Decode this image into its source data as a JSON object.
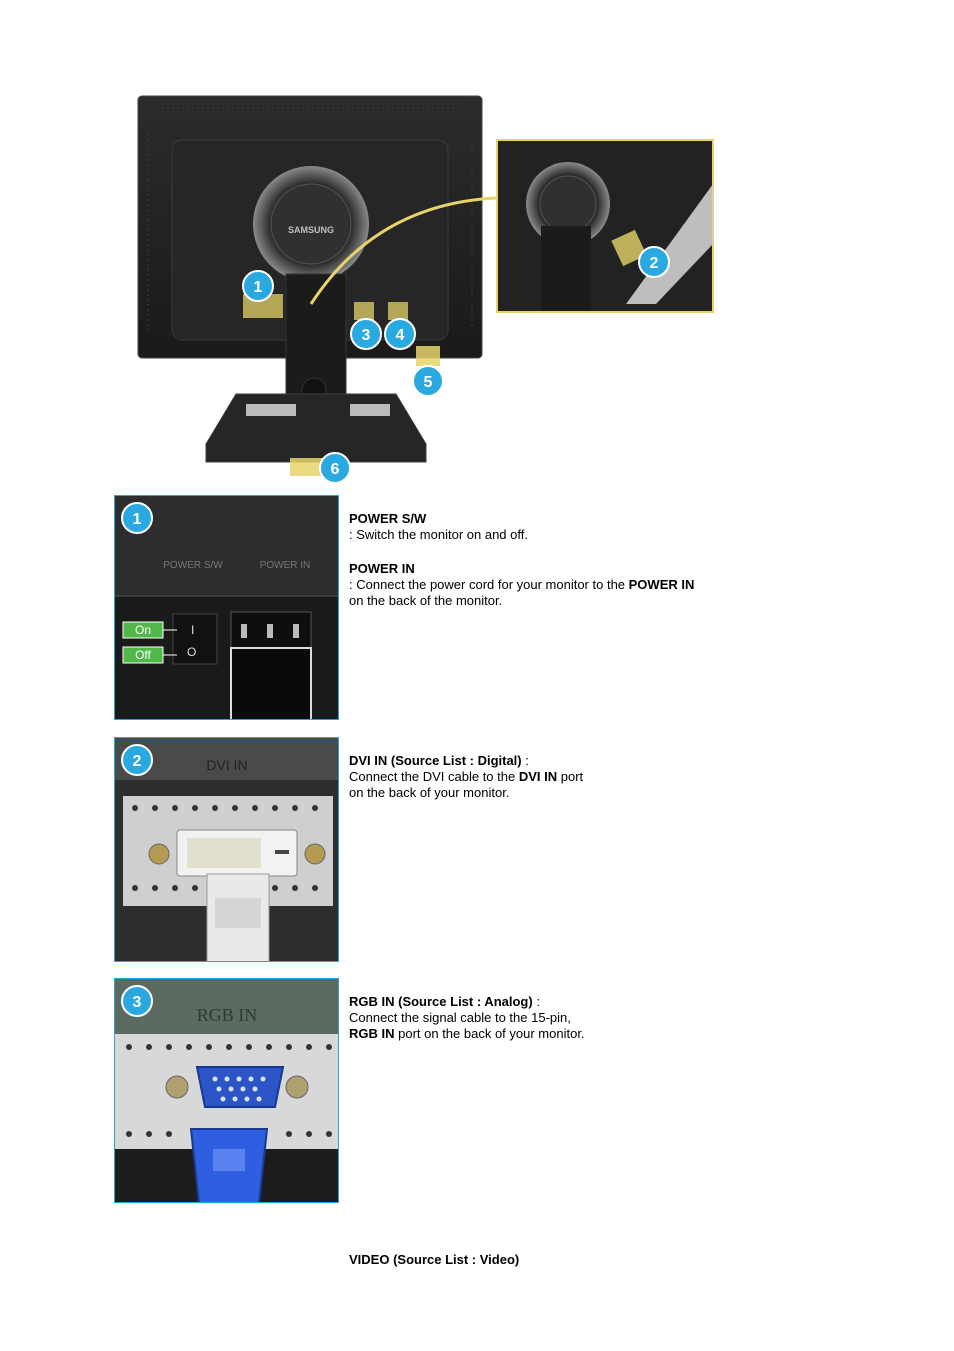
{
  "figure": {
    "brand_label": "SAMSUNG",
    "callouts": [
      "1",
      "2",
      "3",
      "4",
      "5",
      "6"
    ]
  },
  "panels": [
    {
      "badge": "1",
      "labels": {
        "power_sw": "POWER S/W",
        "power_in": "POWER IN",
        "on": "On",
        "off": "Off",
        "on_symbol": "I",
        "off_symbol": "O"
      }
    },
    {
      "badge": "2",
      "labels": {
        "port": "DVI IN"
      }
    },
    {
      "badge": "3",
      "labels": {
        "port": "RGB IN"
      }
    }
  ],
  "sections": {
    "power": {
      "sw_title": "POWER S/W",
      "sw_desc": ": Switch the monitor on and off.",
      "in_title": "POWER IN",
      "in_desc_prefix": ": Connect the power cord for your monitor to the ",
      "in_desc_bold": "POWER IN",
      "in_desc_suffix": "on the back of the monitor."
    },
    "dvi": {
      "title": "DVI IN (Source List : Digital)",
      "title_suffix": " :",
      "line1_prefix": "Connect the DVI cable to the ",
      "line1_bold": "DVI IN",
      "line1_suffix": " port",
      "line2": "on the back of your monitor."
    },
    "rgb": {
      "title": "RGB IN (Source List : Analog)",
      "title_suffix": " :",
      "line1": "Connect the signal cable to the 15-pin,",
      "line2_bold": "RGB IN",
      "line2_suffix": " port on the back of your monitor."
    },
    "video": {
      "title": "VIDEO (Source List : Video)"
    }
  },
  "colors": {
    "callout_blue": "#29a9e0",
    "highlight_yellow": "#e6d36a",
    "label_green": "#4fb848"
  }
}
